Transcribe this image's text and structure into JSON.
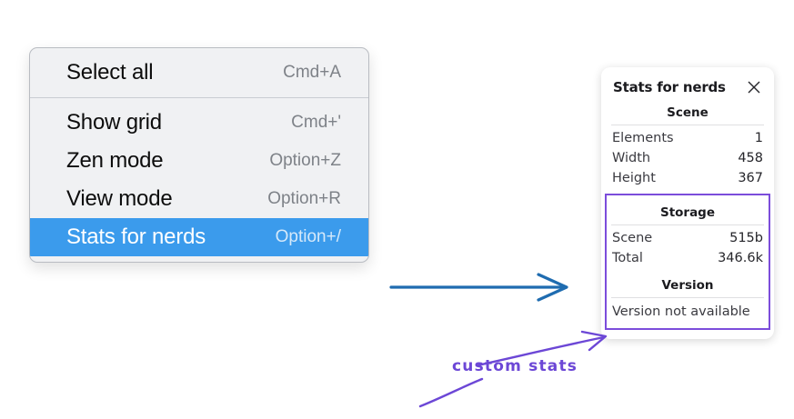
{
  "context_menu": {
    "groups": [
      {
        "items": [
          {
            "label": "Select all",
            "shortcut": "Cmd+A",
            "selected": false
          }
        ]
      },
      {
        "items": [
          {
            "label": "Show grid",
            "shortcut": "Cmd+'",
            "selected": false
          },
          {
            "label": "Zen mode",
            "shortcut": "Option+Z",
            "selected": false
          },
          {
            "label": "View mode",
            "shortcut": "Option+R",
            "selected": false
          },
          {
            "label": "Stats for nerds",
            "shortcut": "Option+/",
            "selected": true
          }
        ]
      }
    ],
    "highlight_color": "#3b9bec"
  },
  "stats_panel": {
    "title": "Stats for nerds",
    "close_icon": "close-icon",
    "scene": {
      "heading": "Scene",
      "rows": [
        {
          "label": "Elements",
          "value": "1"
        },
        {
          "label": "Width",
          "value": "458"
        },
        {
          "label": "Height",
          "value": "367"
        }
      ]
    },
    "storage": {
      "heading": "Storage",
      "rows": [
        {
          "label": "Scene",
          "value": "515b"
        },
        {
          "label": "Total",
          "value": "346.6k"
        }
      ]
    },
    "version": {
      "heading": "Version",
      "text": "Version not available"
    },
    "highlight_color": "#7c4ddb"
  },
  "annotations": {
    "flow_arrow_color": "#1f6cb0",
    "custom_stats_label": "custom stats",
    "custom_stats_color": "#6c47d6"
  }
}
